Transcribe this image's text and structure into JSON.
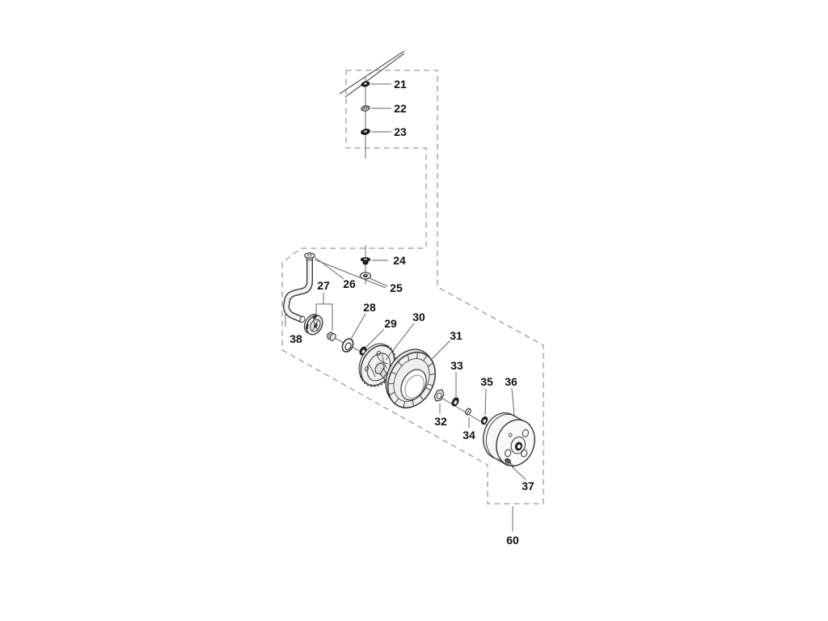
{
  "diagram": {
    "kind": "exploded-parts-diagram",
    "subject": "wheel-and-axle-assembly",
    "background": "#ffffff",
    "colors": {
      "line_art": "#333333",
      "leader": "#666666",
      "dashed_outline": "#9b9b9b",
      "label_text": "#111111"
    }
  },
  "labels": {
    "21": "21",
    "22": "22",
    "23": "23",
    "24": "24",
    "25": "25",
    "26": "26",
    "27": "27",
    "28": "28",
    "29": "29",
    "30": "30",
    "31": "31",
    "32": "32",
    "33": "33",
    "34": "34",
    "35": "35",
    "36": "36",
    "37": "37",
    "38": "38",
    "60": "60"
  }
}
